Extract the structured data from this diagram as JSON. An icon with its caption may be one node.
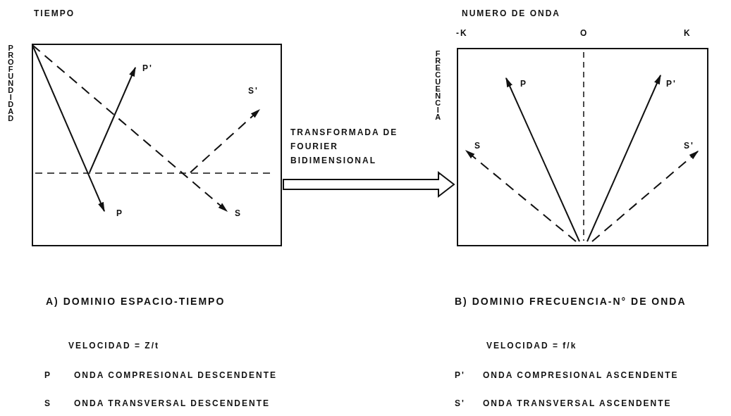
{
  "diagram": {
    "nodes": [
      {
        "text": [
          "P'",
          "S'",
          "P",
          "S"
        ]
      },
      {
        "text": [
          "P",
          "P'",
          "S",
          "S'"
        ]
      }
    ],
    "edges": [
      {
        "from": 0,
        "to": 1,
        "arrow": "to",
        "label": "TRANSFORMADA DE FOURIER BIDIMENSIONAL"
      }
    ],
    "labels": [
      "TIEMPO",
      "NUMERO DE ONDA",
      "-K",
      "O",
      "K",
      "PROFUNDIDAD",
      "FRECUENCIA",
      "A) DOMINIO ESPACIO-TIEMPO",
      "B) DOMINIO FRECUENCIA-N° DE ONDA",
      "VELOCIDAD = Z/t",
      "VELOCIDAD = f/k",
      "P",
      "ONDA COMPRESIONAL DESCENDENTE",
      "P'",
      "ONDA COMPRESIONAL ASCENDENTE",
      "S",
      "ONDA TRANSVERSAL DESCENDENTE",
      "S'",
      "ONDA TRANSVERSAL ASCENDENTE"
    ]
  }
}
